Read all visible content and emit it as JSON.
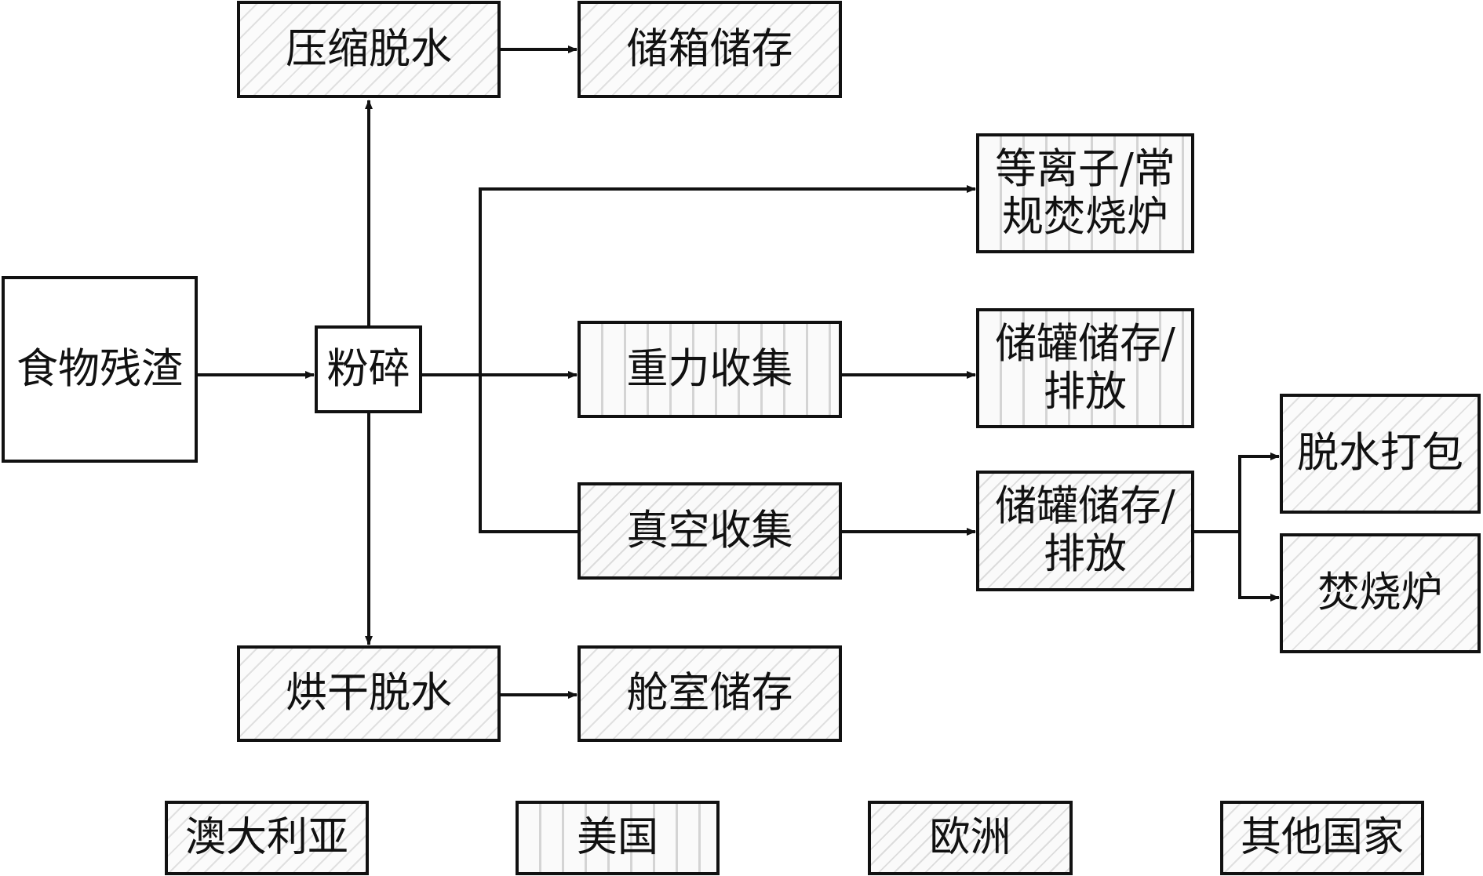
{
  "nodes": {
    "food_residue": "食物残渣",
    "crush": "粉碎",
    "compress_dewater": "压缩脱水",
    "bin_storage": "储箱储存",
    "plasma_incinerator": [
      "等离子/常",
      "规焚烧炉"
    ],
    "gravity_collection": "重力收集",
    "tank_storage_discharge_1": [
      "储罐储存/",
      "排放"
    ],
    "vacuum_collection": "真空收集",
    "tank_storage_discharge_2": [
      "储罐储存/",
      "排放"
    ],
    "dewater_pack": "脱水打包",
    "incinerator": "焚烧炉",
    "dry_dewater": "烘干脱水",
    "cabin_storage": "舱室储存"
  },
  "legend": {
    "australia": "澳大利亚",
    "usa": "美国",
    "europe": "欧洲",
    "other": "其他国家"
  },
  "colors": {
    "line": "#111111",
    "hatch": "#d4d4d4",
    "background": "#ffffff"
  }
}
